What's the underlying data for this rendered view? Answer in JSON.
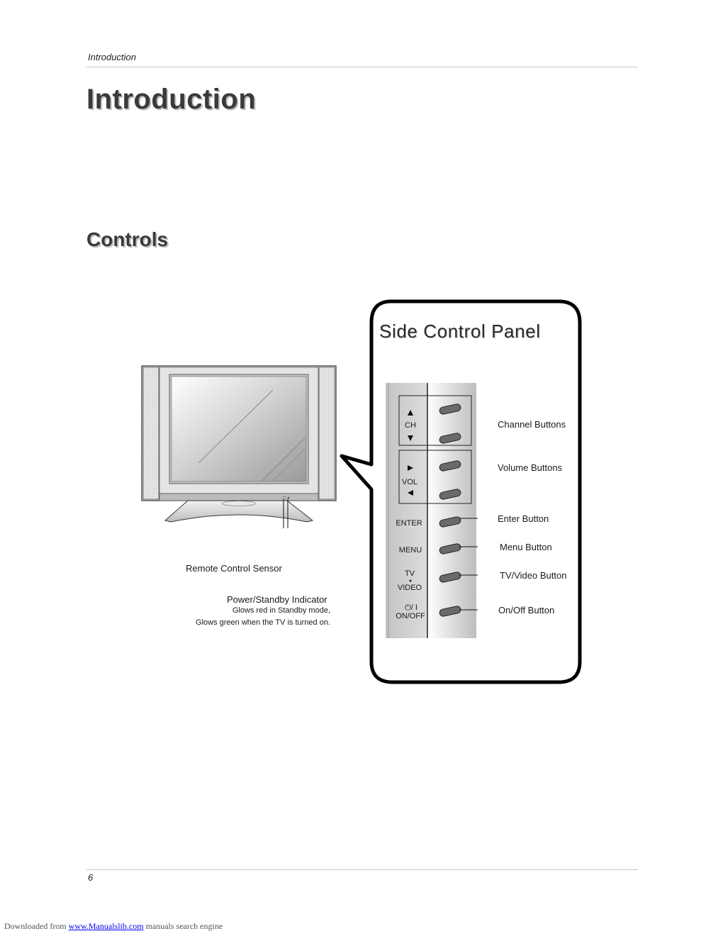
{
  "header": {
    "running_head": "Introduction"
  },
  "title": "Introduction",
  "section": {
    "title": "Controls"
  },
  "panel": {
    "title": "Side Control Panel",
    "labels": {
      "ch": "CH",
      "vol": "VOL",
      "enter": "ENTER",
      "menu": "MENU",
      "tv": "TV",
      "video": "VIDEO",
      "onoff_symbol": "⏻/ I",
      "onoff": "ON/OFF"
    },
    "callouts": {
      "channel": "Channel Buttons",
      "volume": "Volume Buttons",
      "enter": "Enter Button",
      "menu": "Menu Button",
      "tvvideo": "TV/Video Button",
      "onoff": "On/Off Button"
    }
  },
  "tv_callouts": {
    "remote_sensor": "Remote Control Sensor",
    "power_indicator": "Power/Standby Indicator",
    "power_note_1": "Glows red in Standby mode,",
    "power_note_2": "Glows green when the TV is turned on."
  },
  "page_number": "6",
  "footer": {
    "prefix": "Downloaded from",
    "link": "www.Manualslib.com",
    "suffix": "manuals search engine"
  }
}
